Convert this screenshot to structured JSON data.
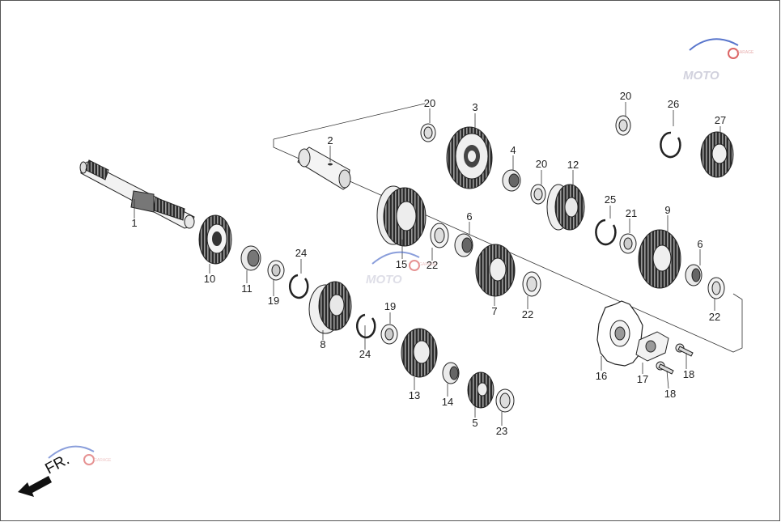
{
  "diagram": {
    "callouts": [
      "1",
      "2",
      "3",
      "4",
      "5",
      "6",
      "7",
      "8",
      "9",
      "10",
      "11",
      "12",
      "13",
      "14",
      "15",
      "16",
      "17",
      "18",
      "19",
      "20",
      "21",
      "22",
      "23",
      "24",
      "25",
      "26",
      "27"
    ],
    "direction_label": "FR.",
    "watermark": {
      "text": "MOTO",
      "subtext": "GARAGE"
    },
    "colors": {
      "line": "#222222",
      "gear_fill": "#2b2b2b",
      "part_light": "#ededed",
      "watermark_blue": "#3d5fc4",
      "watermark_red": "#d64a4a"
    }
  }
}
